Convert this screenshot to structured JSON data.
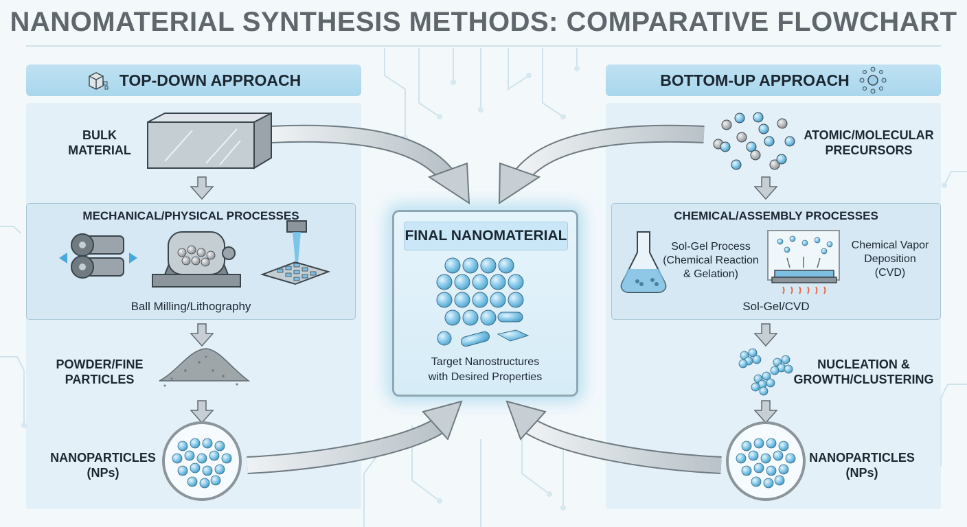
{
  "title": "NANOMATERIAL SYNTHESIS METHODS: COMPARATIVE FLOWCHART",
  "top_down": {
    "header": "TOP-DOWN APPROACH",
    "bulk_line1": "BULK",
    "bulk_line2": "MATERIAL",
    "process_title": "MECHANICAL/PHYSICAL PROCESSES",
    "process_caption": "Ball Milling/Lithography",
    "powder_line1": "POWDER/FINE",
    "powder_line2": "PARTICLES",
    "np_line1": "NANOPARTICLES",
    "np_line2": "(NPs)"
  },
  "bottom_up": {
    "header": "BOTTOM-UP APPROACH",
    "precursor_line1": "ATOMIC/MOLECULAR",
    "precursor_line2": "PRECURSORS",
    "process_title": "CHEMICAL/ASSEMBLY PROCESSES",
    "solgel_line1": "Sol-Gel Process",
    "solgel_line2": "(Chemical Reaction",
    "solgel_line3": "& Gelation)",
    "cvd_line1": "Chemical Vapor",
    "cvd_line2": "Deposition",
    "cvd_line3": "(CVD)",
    "process_caption": "Sol-Gel/CVD",
    "nucleation_line1": "NUCLEATION &",
    "nucleation_line2": "GROWTH/CLUSTERING",
    "np_line1": "NANOPARTICLES",
    "np_line2": "(NPs)"
  },
  "center": {
    "title": "FINAL NANOMATERIAL",
    "caption_line1": "Target Nanostructures",
    "caption_line2": "with Desired Properties"
  },
  "colors": {
    "header_fill": "#a9d6ec",
    "particle": "#7cc3e6",
    "arrow": "#9ea8ae",
    "accent": "#4aa8d8"
  }
}
